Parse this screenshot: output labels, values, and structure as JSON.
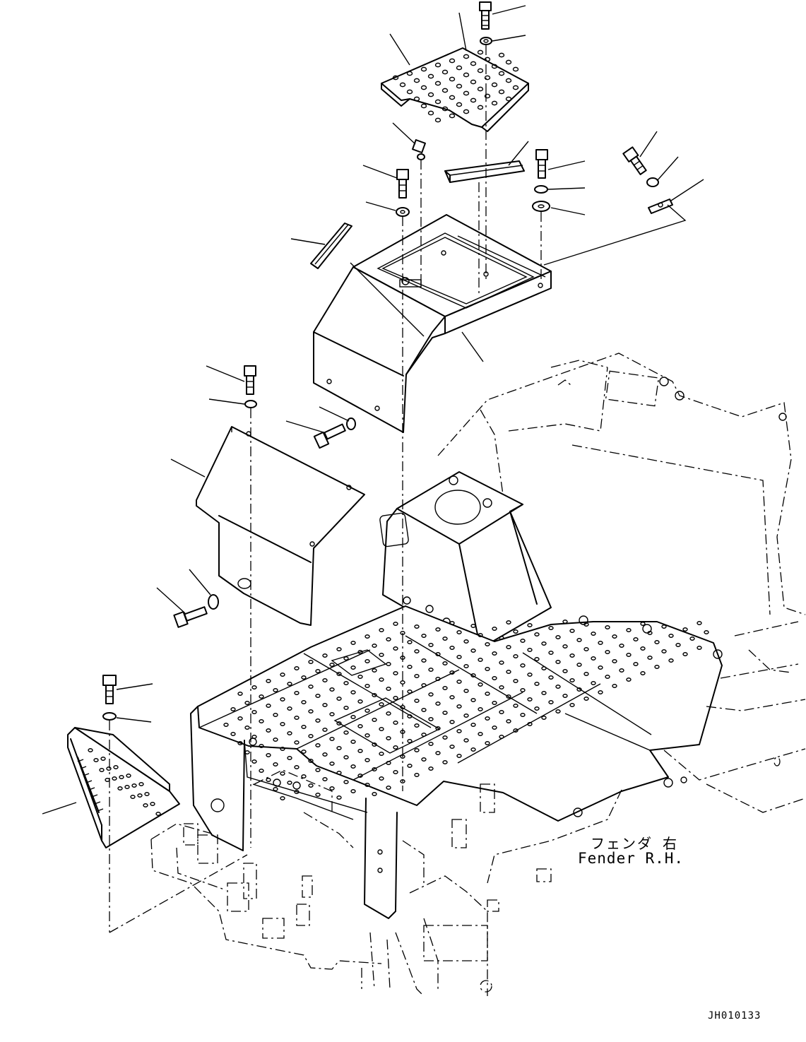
{
  "labels": {
    "fender_jp": "フェンダ 右",
    "fender_en": "Fender R.H.",
    "drawing_code": "JH010133"
  },
  "colors": {
    "line": "#000000",
    "background": "#ffffff"
  }
}
